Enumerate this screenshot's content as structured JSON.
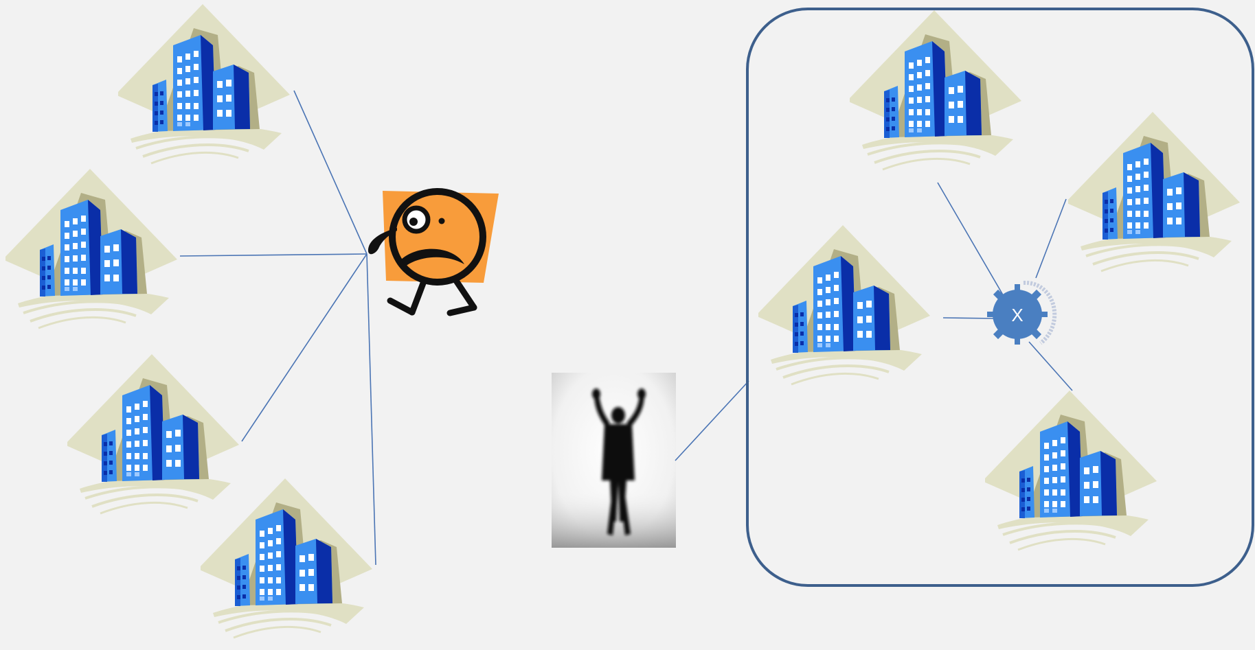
{
  "left_group": {
    "buildings": [
      "building",
      "building",
      "building",
      "building"
    ],
    "center_figure": "stressed-person-icon"
  },
  "middle": {
    "figure": "celebrating-person-silhouette"
  },
  "right_group": {
    "container": "rounded-rectangle",
    "hub_label": "X",
    "hub_icon": "gear-hub-icon",
    "buildings": [
      "building",
      "building",
      "building",
      "building"
    ]
  },
  "colors": {
    "background": "#f2f2f2",
    "connector": "#4a74b4",
    "container_border": "#3d5f8c",
    "hub": "#4a7fc1",
    "building_light": "#3a8ff0",
    "building_dark": "#0a2ea8",
    "diamond": "#e0e0c4",
    "orange": "#f89c3b"
  }
}
